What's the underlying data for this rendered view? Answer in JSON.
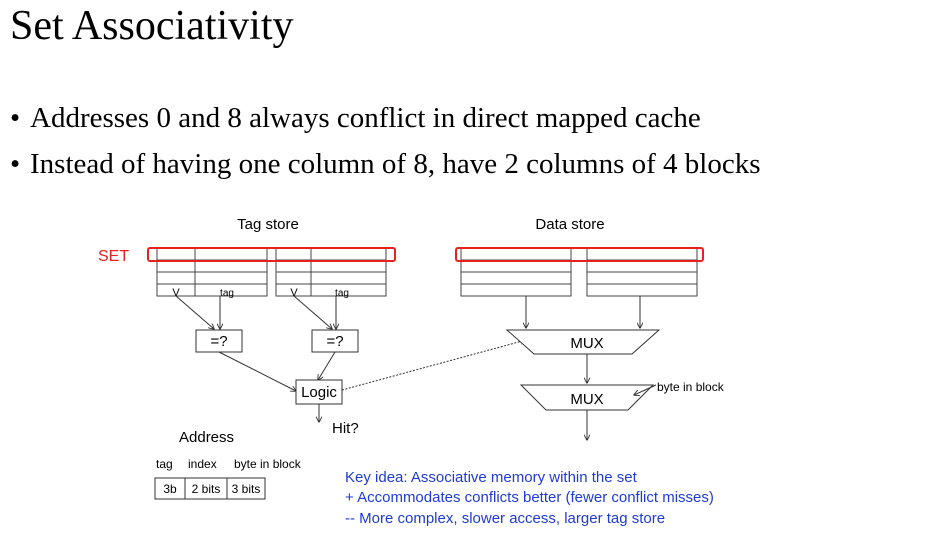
{
  "slide": {
    "title": "Set Associativity",
    "bullets": [
      "Addresses 0 and 8 always conflict in direct mapped cache",
      "Instead of having one column of 8, have 2 columns of 4 blocks"
    ]
  },
  "diagram": {
    "tag_store_label": "Tag store",
    "data_store_label": "Data store",
    "set_label": "SET",
    "valid_col_label": "V",
    "tag_col_label": "tag",
    "comparator_label": "=?",
    "logic_label": "Logic",
    "hit_label": "Hit?",
    "mux_label": "MUX",
    "byte_in_block_label": "byte in block",
    "address": {
      "title": "Address",
      "fields": [
        "tag",
        "index",
        "byte in block"
      ],
      "widths": [
        "3b",
        "2 bits",
        "3 bits"
      ]
    },
    "key_idea": [
      "Key idea: Associative memory within the set",
      "+ Accommodates conflicts better (fewer conflict misses)",
      "-- More complex, slower access, larger tag store"
    ],
    "colors": {
      "set_highlight": "#e8201e",
      "key_idea_text": "#1f3bd6"
    }
  }
}
